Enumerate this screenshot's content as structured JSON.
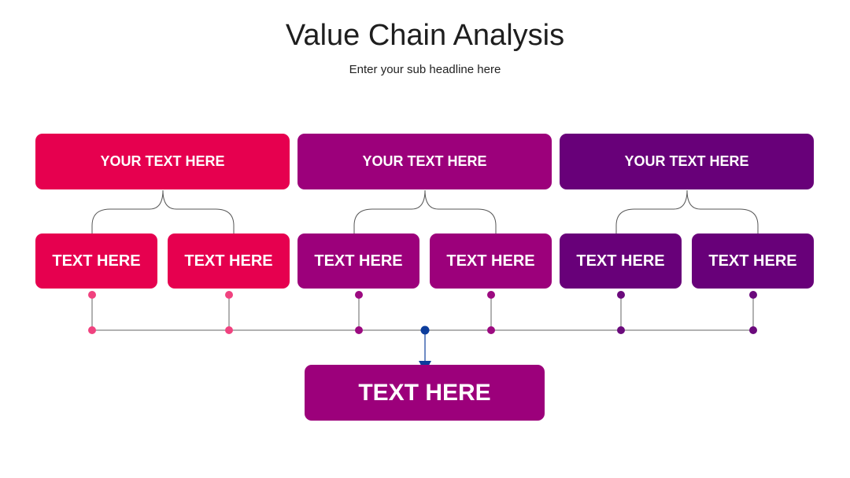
{
  "header": {
    "title": "Value Chain Analysis",
    "subtitle": "Enter your sub headline here"
  },
  "colors": {
    "pink": "#e6004f",
    "magenta": "#9c007b",
    "purple": "#680079",
    "pink_dot": "#f0427f",
    "magenta_dot": "#9c0a80",
    "purple_dot": "#6b0a7c",
    "hub_dot": "#0c3d9c",
    "line": "#555555"
  },
  "groups": [
    {
      "label": "YOUR TEXT HERE",
      "color": "pink",
      "items": [
        {
          "label": "TEXT HERE"
        },
        {
          "label": "TEXT HERE"
        }
      ]
    },
    {
      "label": "YOUR TEXT HERE",
      "color": "magenta",
      "items": [
        {
          "label": "TEXT HERE"
        },
        {
          "label": "TEXT HERE"
        }
      ]
    },
    {
      "label": "YOUR TEXT HERE",
      "color": "purple",
      "items": [
        {
          "label": "TEXT HERE"
        },
        {
          "label": "TEXT HERE"
        }
      ]
    }
  ],
  "result": {
    "label": "TEXT HERE",
    "color": "magenta"
  }
}
